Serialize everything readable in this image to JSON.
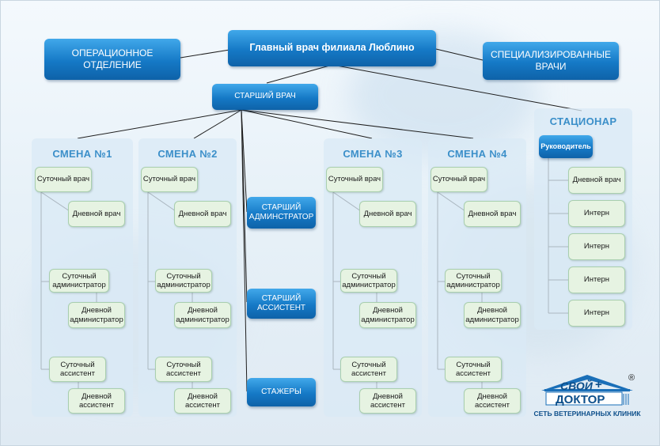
{
  "top": {
    "main_title": "Главный врач филиала Люблино",
    "operational": "ОПЕРАЦИОННОЕ ОТДЕЛЕНИЕ",
    "specialized": "СПЕЦИАЛИЗИРОВАННЫЕ ВРАЧИ",
    "senior_doctor": "СТАРШИЙ ВРАЧ"
  },
  "middle": {
    "senior_admin": "СТАРШИЙ АДМИНСТРАТОР",
    "senior_assistant": "СТАРШИЙ АССИСТЕНТ",
    "interns": "СТАЖЕРЫ"
  },
  "shifts": [
    {
      "title": "СМЕНА №1",
      "items": [
        "Суточный врач",
        "Дневной врач",
        "Суточный администратор",
        "Дневной администратор",
        "Суточный ассистент",
        "Дневной ассистент"
      ]
    },
    {
      "title": "СМЕНА №2",
      "items": [
        "Суточный врач",
        "Дневной врач",
        "Суточный администратор",
        "Дневной администратор",
        "Суточный ассистент",
        "Дневной ассистент"
      ]
    },
    {
      "title": "СМЕНА №3",
      "items": [
        "Суточный врач",
        "Дневной врач",
        "Суточный администратор",
        "Дневной администратор",
        "Суточный ассистент",
        "Дневной ассистент"
      ]
    },
    {
      "title": "СМЕНА №4",
      "items": [
        "Суточный врач",
        "Дневной врач",
        "Суточный администратор",
        "Дневной администратор",
        "Суточный ассистент",
        "Дневной ассистент"
      ]
    }
  ],
  "stationar": {
    "title": "СТАЦИОНАР",
    "head": "Руководитель",
    "items": [
      "Дневной врач",
      "Интерн",
      "Интерн",
      "Интерн",
      "Интерн"
    ]
  },
  "logo": {
    "brand_line1": "СВОЙ",
    "brand_line2": "ДОКТОР",
    "registered": "®",
    "tagline": "СЕТЬ ВЕТЕРИНАРНЫХ КЛИНИК"
  },
  "colors": {
    "blue_box": "#1579c6",
    "panel_title": "#3b8fc9",
    "green_box": "#e6f3e2",
    "line": "#1e1e1e"
  }
}
